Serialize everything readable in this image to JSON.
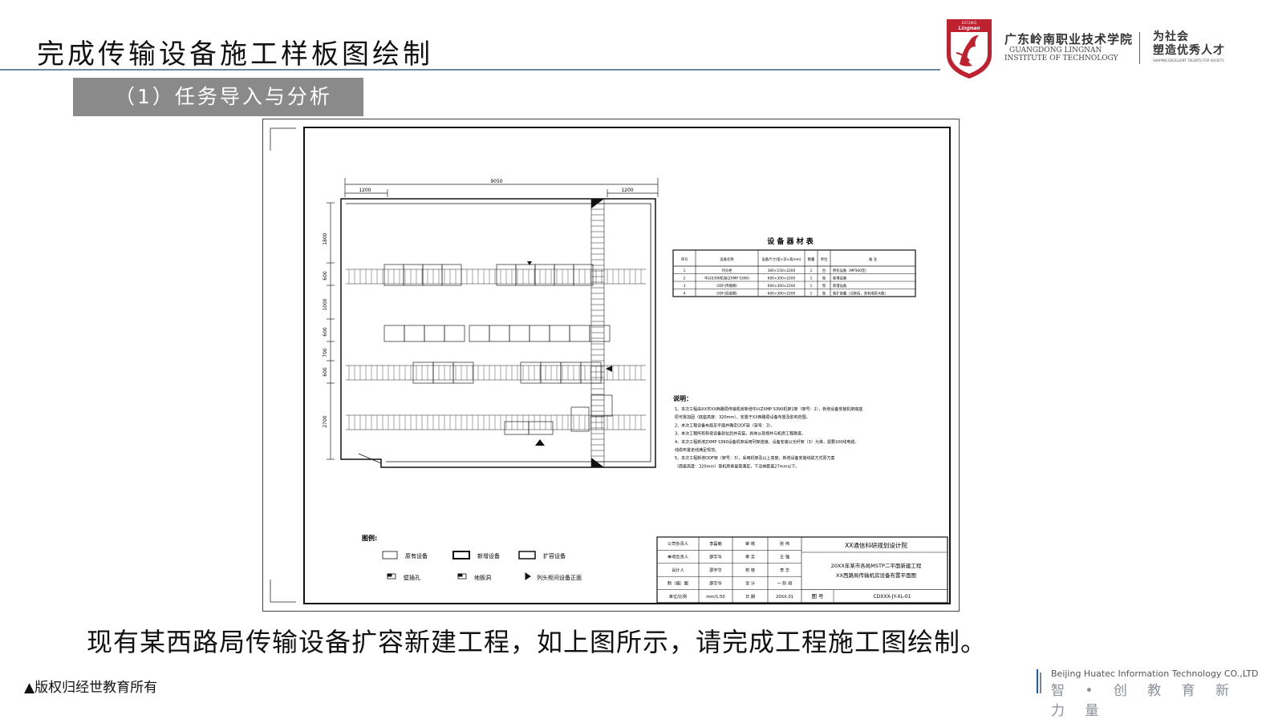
{
  "header": {
    "title": "完成传输设备施工样板图绘制",
    "section_label": "（1）任务导入与分析"
  },
  "brand": {
    "logo_year": "EST.2001",
    "logo_word": "Lingnan",
    "school_cn": "广东岭南职业技术学院",
    "school_en_line1": "GUANGDONG LINGNAN",
    "school_en_line2": "INSTITUTE OF TECHNOLOGY",
    "motto_line1": "为社会",
    "motto_line2": "塑造优秀人才",
    "motto_en": "SHAPING EXCELLENT TALENTS FOR SOCIETY",
    "logo_color": "#c0212e"
  },
  "drawing": {
    "dims": {
      "total_width": "9050",
      "left_offset": "1200",
      "right_offset": "1200",
      "v1": "1800",
      "v2": "600",
      "v3": "1000",
      "v4": "600",
      "v5": "700",
      "v6": "600",
      "v7": "2700"
    },
    "table": {
      "title": "设 备 器 材 表",
      "headers": [
        "序号",
        "设备名称",
        "设备尺寸(宽×深×高mm)",
        "数量",
        "单位",
        "备 注"
      ],
      "rows": [
        [
          "1",
          "列头柜",
          "300×150×2200",
          "1",
          "台",
          "原有设备（MP300型）"
        ],
        [
          "2",
          "中兴S390机架(ZXMP S390)",
          "600×300×2200",
          "1",
          "架",
          "新增设备"
        ],
        [
          "3",
          "ODF(传输侧)",
          "600×300×2200",
          "1",
          "架",
          "新增设备"
        ],
        [
          "4",
          "ODF(局端侧)",
          "600×300×2200",
          "1",
          "架",
          "新扩容量（迁移后，含利用原大数）"
        ]
      ]
    },
    "notes": {
      "title": "说明：",
      "lines": [
        "1、本次工程由XX市XX西路局传输机房新增中兴ZXMP S390机架1架（架号：2），新增设备安装机架底座",
        "   原可靠加固（底座高度：320mm），安置于XX西路局设备布置及影响范围。",
        "2、本次工程设备布局见平面并确定ODF架（架号：3）。",
        "3、本次工程所有新增设备到位后并安装，具体以现场并与机房工程勘查。",
        "4、本次工程新增ZXMP S390设备机架采用列架连接，设备安装以光纤架（3）为准，需要100线电缆。",
        "   线缆布置走线满足规范。",
        "5、本次工程新增ODF架（架号：3），采用机架及以上高度，新增设备安装线缆方式原方案",
        "   （底座高度：320mm）需机房承载需满足，下沿体距离27mm以下。"
      ]
    },
    "legend": {
      "title": "图例:",
      "items": [
        "原有设备",
        "新增设备",
        "扩容设备",
        "壁插孔",
        "地板洞",
        "列头柜间设备正面"
      ]
    },
    "title_block": {
      "company": "XX通信科研规划设计院",
      "project_line1": "20XX年某市各局MSTP二平面新建工程",
      "project_line2": "XX西路局传输机房设备布置平面图",
      "drawing_no_label": "图 号",
      "drawing_no": "CDXXX-JY-XL-01",
      "rows": [
        [
          "公司负责人",
          "李磊魁",
          "审 核",
          "张 伟"
        ],
        [
          "单项负责人",
          "邵宇华",
          "审 定",
          "王 强"
        ],
        [
          "设计人",
          "邵宇华",
          "校 核",
          "李 华"
        ],
        [
          "制（描）图",
          "邵宇华",
          "设 计",
          "一 阶 段"
        ],
        [
          "单位/比例",
          "mm/1:50",
          "日 期",
          "20XX.01"
        ]
      ]
    }
  },
  "caption": "现有某西路局传输设备扩容新建工程，如上图所示，请完成工程施工图绘制。",
  "footer": {
    "copyright": "▲版权归经世教育所有",
    "company_en": "Beijing Huatec Information Technology CO.,LTD",
    "company_cn": "智 • 创 教 育 新 力 量",
    "accent": "#8a8f99"
  }
}
